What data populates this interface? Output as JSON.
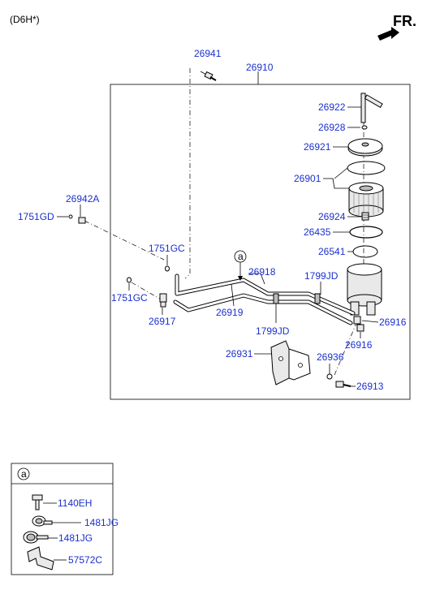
{
  "header": {
    "variant": "(D6H*)",
    "direction": "FR."
  },
  "callouts": [
    {
      "id": "c26941",
      "text": "26941"
    },
    {
      "id": "c26910",
      "text": "26910"
    },
    {
      "id": "c26922",
      "text": "26922"
    },
    {
      "id": "c26928",
      "text": "26928"
    },
    {
      "id": "c26921",
      "text": "26921"
    },
    {
      "id": "c26901",
      "text": "26901"
    },
    {
      "id": "c26924",
      "text": "26924"
    },
    {
      "id": "c26435",
      "text": "26435"
    },
    {
      "id": "c26541",
      "text": "26541"
    },
    {
      "id": "c26942A",
      "text": "26942A"
    },
    {
      "id": "c1751GD",
      "text": "1751GD"
    },
    {
      "id": "c1751GC_a",
      "text": "1751GC"
    },
    {
      "id": "c1751GC_b",
      "text": "1751GC"
    },
    {
      "id": "c26918",
      "text": "26918"
    },
    {
      "id": "c1799JD_a",
      "text": "1799JD"
    },
    {
      "id": "c1799JD_b",
      "text": "1799JD"
    },
    {
      "id": "c26919",
      "text": "26919"
    },
    {
      "id": "c26917",
      "text": "26917"
    },
    {
      "id": "c26916_a",
      "text": "26916"
    },
    {
      "id": "c26916_b",
      "text": "26916"
    },
    {
      "id": "c26931",
      "text": "26931"
    },
    {
      "id": "c26936",
      "text": "26936"
    },
    {
      "id": "c26913",
      "text": "26913"
    }
  ],
  "marker": "a",
  "legend_box": {
    "marker": "a",
    "items": [
      "1140EH",
      "1481JG",
      "1481JG",
      "57572C"
    ]
  }
}
